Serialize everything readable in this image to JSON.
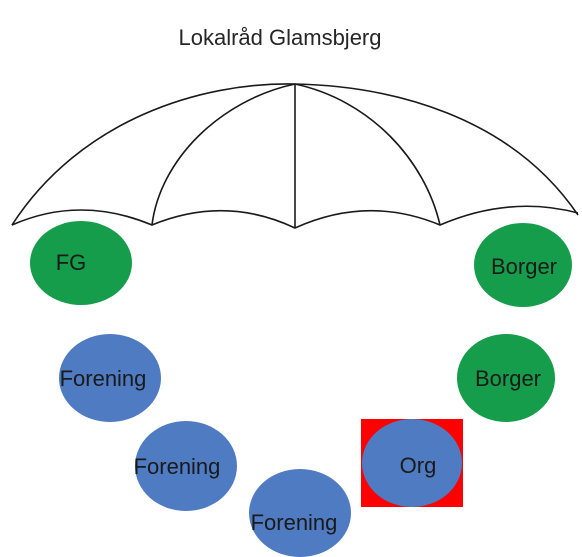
{
  "title": "Lokalråd Glamsbjerg",
  "colors": {
    "green": "#159d4b",
    "blue": "#4f7bc2",
    "highlight": "#ff0000",
    "umbrella_stroke": "#1a1a1a"
  },
  "nodes": [
    {
      "label": "FG",
      "color": "green",
      "shape": "circle"
    },
    {
      "label": "Borger",
      "color": "green",
      "shape": "circle"
    },
    {
      "label": "Forening",
      "color": "blue",
      "shape": "circle"
    },
    {
      "label": "Borger",
      "color": "green",
      "shape": "circle"
    },
    {
      "label": "Forening",
      "color": "blue",
      "shape": "circle"
    },
    {
      "label": "Org",
      "color": "blue",
      "shape": "circle",
      "highlighted": true
    },
    {
      "label": "Forening",
      "color": "blue",
      "shape": "circle"
    }
  ]
}
